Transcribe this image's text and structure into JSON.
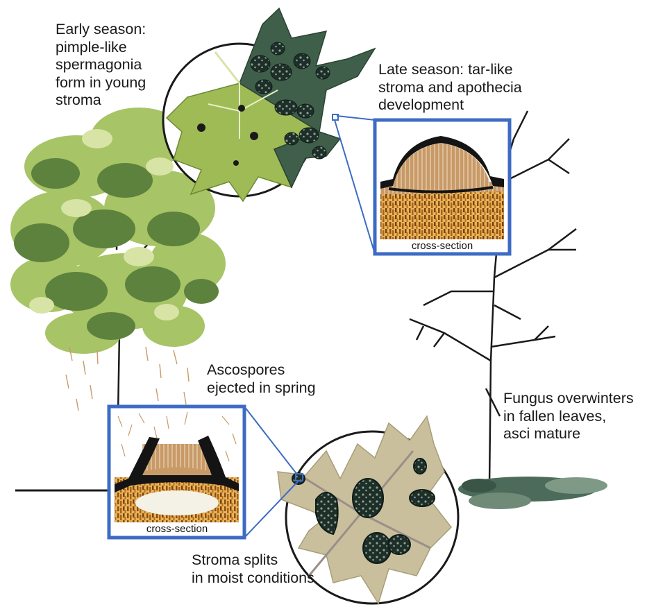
{
  "labels": {
    "early_season": "Early season:\npimple-like\nspermagonia\nform in young\nstroma",
    "late_season": "Late season: tar-like\nstroma and apothecia\ndevelopment",
    "ascospores": "Ascospores\nejected in spring",
    "overwinter": "Fungus overwinters\nin fallen leaves,\nasci mature",
    "stroma_splits": "Stroma splits\nin moist conditions"
  },
  "insets": {
    "late_cross_section": "cross-section",
    "spring_cross_section": "cross-section"
  },
  "colors": {
    "inset_border": "#3d6bc4",
    "stroma": "#141414",
    "leaf_light": "#9fbb55",
    "leaf_dark": "#3f5f4a",
    "fallen_leaf": "#c9bf9c",
    "tissue": "#c8852f"
  }
}
